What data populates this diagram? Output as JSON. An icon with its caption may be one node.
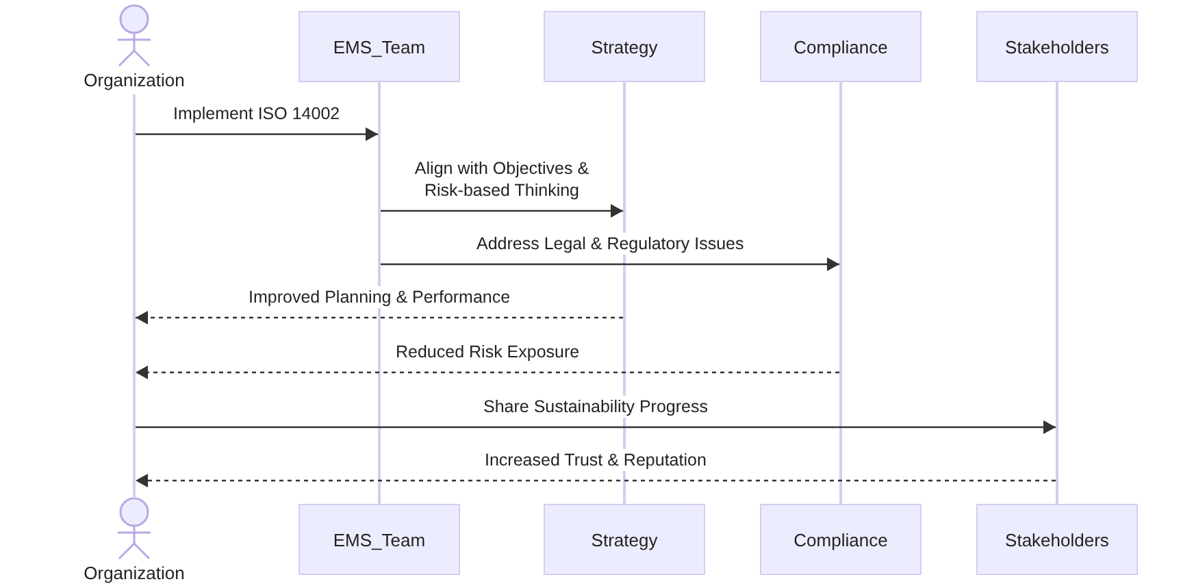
{
  "diagram": {
    "nodes": [
      {
        "text": [
          "Organization"
        ]
      },
      {
        "text": [
          "EMS_Team"
        ]
      },
      {
        "text": [
          "Strategy"
        ]
      },
      {
        "text": [
          "Compliance"
        ]
      },
      {
        "text": [
          "Stakeholders"
        ]
      },
      {
        "text": [],
        "shape": "bar"
      },
      {
        "text": [],
        "shape": "bar"
      },
      {
        "text": [],
        "shape": "bar"
      },
      {
        "text": [],
        "shape": "bar"
      },
      {
        "text": [],
        "shape": "bar"
      },
      {
        "text": [
          "Organization"
        ]
      },
      {
        "text": [
          "EMS_Team"
        ]
      },
      {
        "text": [
          "Strategy"
        ]
      },
      {
        "text": [
          "Compliance"
        ]
      },
      {
        "text": [
          "Stakeholders"
        ]
      }
    ],
    "edges": [
      {
        "from": 5,
        "to": 6,
        "arrow": "to",
        "label": "Implement ISO 14002"
      },
      {
        "from": 6,
        "to": 7,
        "arrow": "to",
        "label": "Align with Objectives & Risk-based Thinking"
      },
      {
        "from": 6,
        "to": 8,
        "arrow": "to",
        "label": "Address Legal & Regulatory Issues"
      },
      {
        "from": 7,
        "to": 5,
        "arrow": "to",
        "label": "Improved Planning & Performance",
        "style": "dashed"
      },
      {
        "from": 8,
        "to": 5,
        "arrow": "to",
        "label": "Reduced Risk Exposure",
        "style": "dashed"
      },
      {
        "from": 5,
        "to": 9,
        "arrow": "to",
        "label": "Share Sustainability Progress"
      },
      {
        "from": 9,
        "to": 5,
        "arrow": "to",
        "label": "Increased Trust & Reputation",
        "style": "dashed"
      }
    ]
  }
}
